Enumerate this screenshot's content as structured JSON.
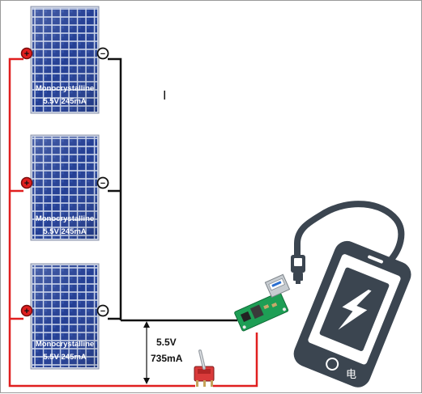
{
  "panels": [
    {
      "type": "Monocrystalline",
      "rating": "5.5V 245mA"
    },
    {
      "type": "Monocrystalline",
      "rating": "5.5V 245mA"
    },
    {
      "type": "Monocrystalline",
      "rating": "5.5V 245mA"
    }
  ],
  "terminals": {
    "positive": "+",
    "negative": "−"
  },
  "output": {
    "voltage": "5.5V",
    "current": "735mA"
  },
  "cursor": "I",
  "watermark": "电",
  "colors": {
    "positive_wire": "#e01f1f",
    "negative_wire": "#111111",
    "panel_cell": "#1f3a8f",
    "device": "#3b4550",
    "pcb": "#1e9e55"
  },
  "icons": {
    "phone": "phone-icon",
    "bolt": "lightning-bolt-icon",
    "switch": "toggle-switch-icon",
    "converter": "boost-converter-board-icon"
  }
}
